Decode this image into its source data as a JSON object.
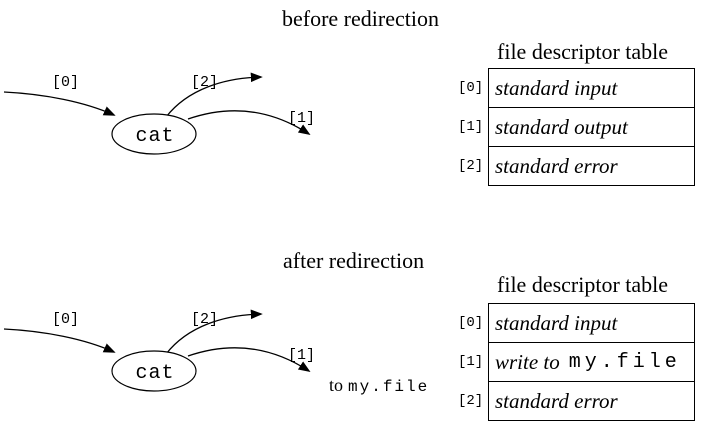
{
  "page": {
    "background": "#ffffff",
    "foreground": "#000000"
  },
  "sections": [
    {
      "title": "before redirection",
      "table_title": "file descriptor table",
      "process": "cat",
      "labels": {
        "fd0": "[0]",
        "fd1": "[1]",
        "fd2": "[2]"
      },
      "rows": [
        {
          "index": "[0]",
          "italic": "standard input",
          "mono": ""
        },
        {
          "index": "[1]",
          "italic": "standard output",
          "mono": ""
        },
        {
          "index": "[2]",
          "italic": "standard error",
          "mono": ""
        }
      ]
    },
    {
      "title": "after redirection",
      "table_title": "file descriptor table",
      "process": "cat",
      "labels": {
        "fd0": "[0]",
        "fd1": "[1]",
        "fd2": "[2]"
      },
      "annotation": {
        "to": "to",
        "file": "my.file"
      },
      "rows": [
        {
          "index": "[0]",
          "italic": "standard input",
          "mono": ""
        },
        {
          "index": "[1]",
          "italic": "write to",
          "mono": "my.file"
        },
        {
          "index": "[2]",
          "italic": "standard error",
          "mono": ""
        }
      ]
    }
  ]
}
